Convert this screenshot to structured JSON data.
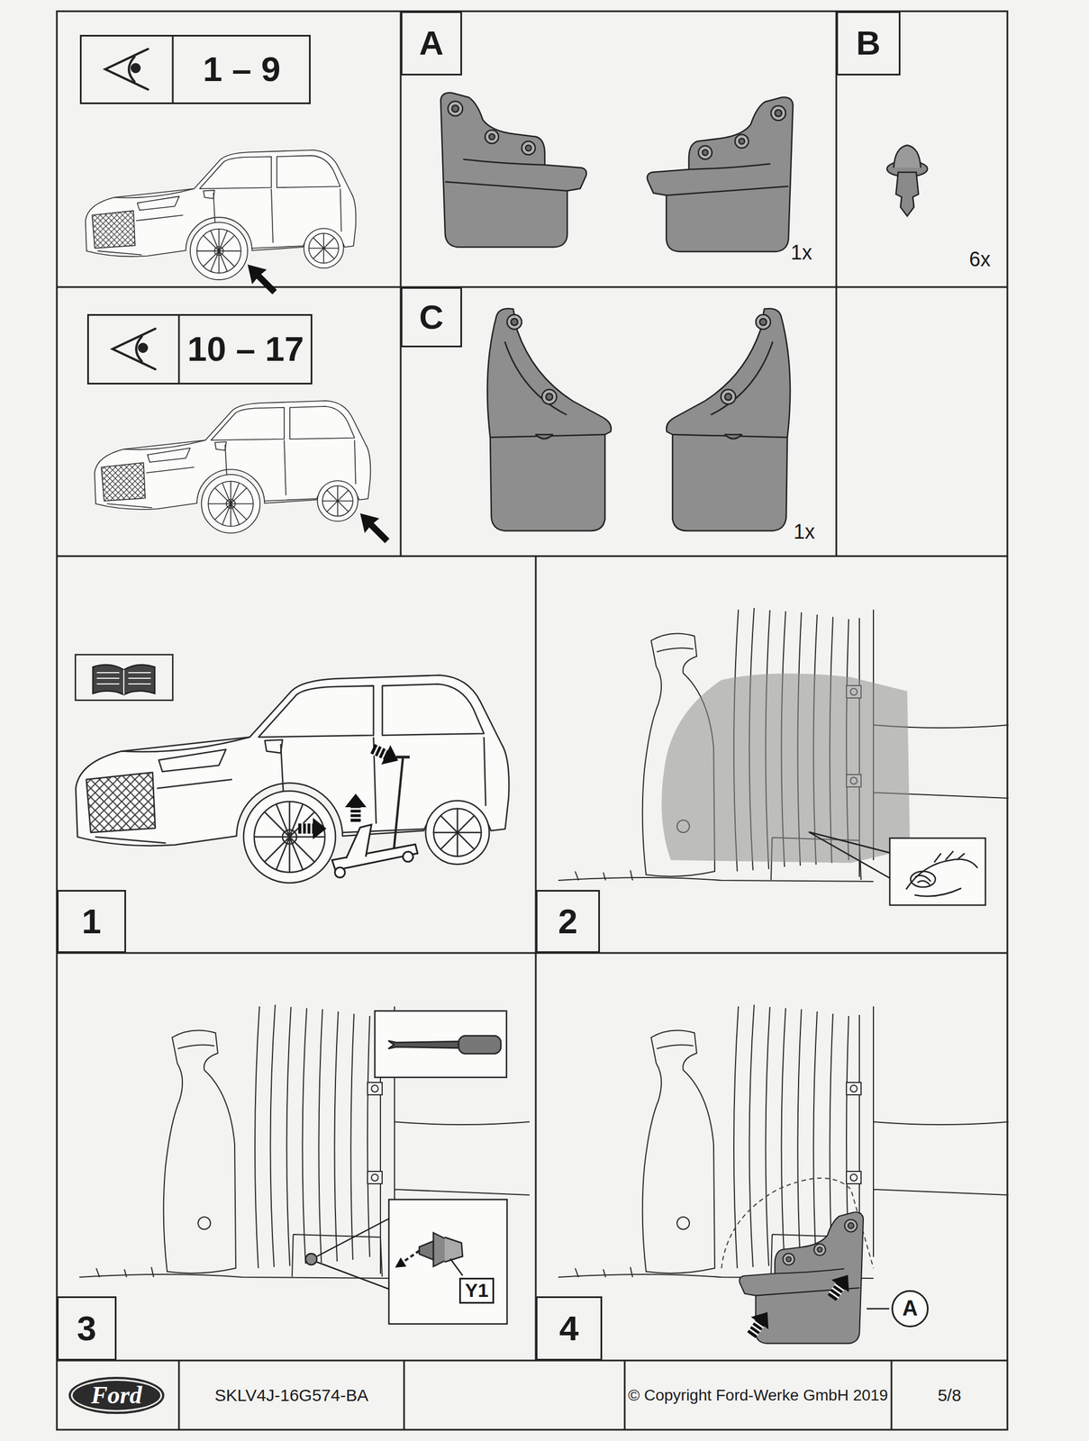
{
  "diagram": {
    "nodes": [
      {
        "text": [
          "1 – 9"
        ]
      },
      {
        "text": [
          "A"
        ]
      },
      {
        "text": [
          "B"
        ]
      },
      {
        "text": [
          "10 – 17"
        ]
      },
      {
        "text": [
          "C"
        ]
      },
      {
        "text": [
          "1"
        ]
      },
      {
        "text": [
          "2"
        ]
      },
      {
        "text": [
          "3"
        ]
      },
      {
        "text": [
          "4"
        ]
      },
      {
        "text": [
          "Y1"
        ]
      },
      {
        "text": [
          "A"
        ]
      },
      {
        "text": [
          "Ford"
        ]
      }
    ],
    "labels": [
      "1x",
      "6x",
      "1x",
      "SKLV4J-16G574-BA",
      "© Copyright Ford-Werke GmbH 2019",
      "5/8"
    ]
  }
}
